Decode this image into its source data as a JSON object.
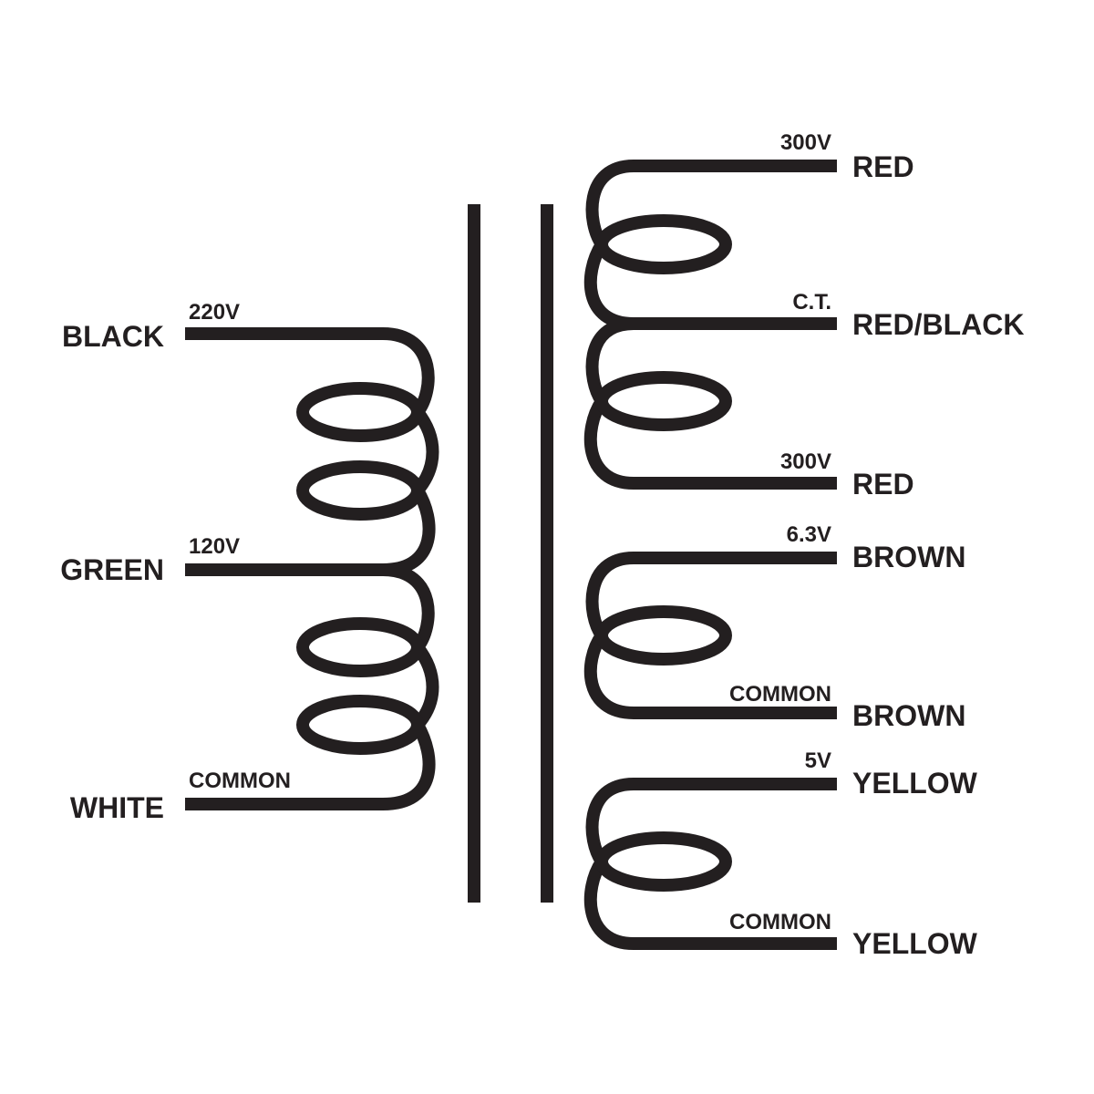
{
  "primary": {
    "taps": [
      {
        "wire": "BLACK",
        "voltage": "220V"
      },
      {
        "wire": "GREEN",
        "voltage": "120V"
      },
      {
        "wire": "WHITE",
        "voltage": "COMMON"
      }
    ]
  },
  "secondary_hv": {
    "taps": [
      {
        "wire": "RED",
        "voltage": "300V"
      },
      {
        "wire": "RED/BLACK",
        "voltage": "C.T."
      },
      {
        "wire": "RED",
        "voltage": "300V"
      }
    ]
  },
  "secondary_filament_63": {
    "taps": [
      {
        "wire": "BROWN",
        "voltage": "6.3V"
      },
      {
        "wire": "BROWN",
        "voltage": "COMMON"
      }
    ]
  },
  "secondary_filament_5": {
    "taps": [
      {
        "wire": "YELLOW",
        "voltage": "5V"
      },
      {
        "wire": "YELLOW",
        "voltage": "COMMON"
      }
    ]
  },
  "colors": {
    "ink": "#231f20",
    "background": "#ffffff"
  }
}
